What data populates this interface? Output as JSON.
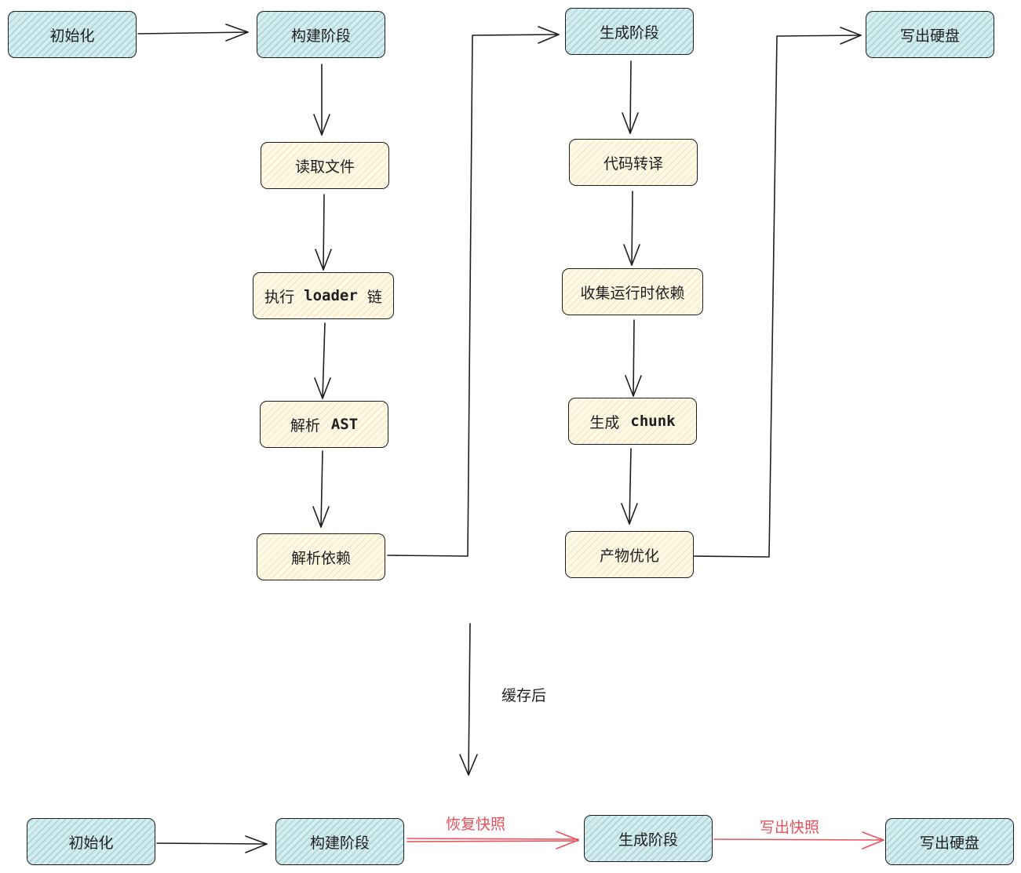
{
  "top_flow": {
    "init": "初始化",
    "build_stage": "构建阶段",
    "generate_stage": "生成阶段",
    "write_disk": "写出硬盘"
  },
  "build_steps": {
    "read_file": "读取文件",
    "run_loader_prefix": "执行",
    "run_loader_code": "loader",
    "run_loader_suffix": "链",
    "parse_ast_prefix": "解析",
    "parse_ast_code": "AST",
    "parse_deps": "解析依赖"
  },
  "generate_steps": {
    "transpile": "代码转译",
    "collect_runtime": "收集运行时依赖",
    "gen_chunk_prefix": "生成",
    "gen_chunk_code": "chunk",
    "optimize": "产物优化"
  },
  "transition_label": "缓存后",
  "bottom_flow": {
    "init": "初始化",
    "build_stage": "构建阶段",
    "restore_snapshot": "恢复快照",
    "generate_stage": "生成阶段",
    "write_snapshot": "写出快照",
    "write_disk": "写出硬盘"
  },
  "colors": {
    "stroke": "#1e1e1e",
    "stage_fill": "#d5ecee",
    "step_fill": "#fdf9e6",
    "highlight": "#e8505b"
  }
}
